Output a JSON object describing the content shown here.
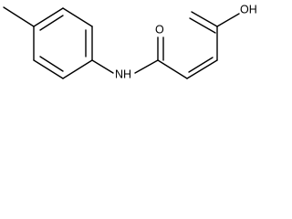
{
  "molecule": {
    "atoms": {
      "hydroxyl": "OH",
      "ketone_oxygen": "O",
      "amide_nh": "NH"
    },
    "colors": {
      "bond": "#000000",
      "label": "#000000",
      "background": "#ffffff"
    }
  }
}
